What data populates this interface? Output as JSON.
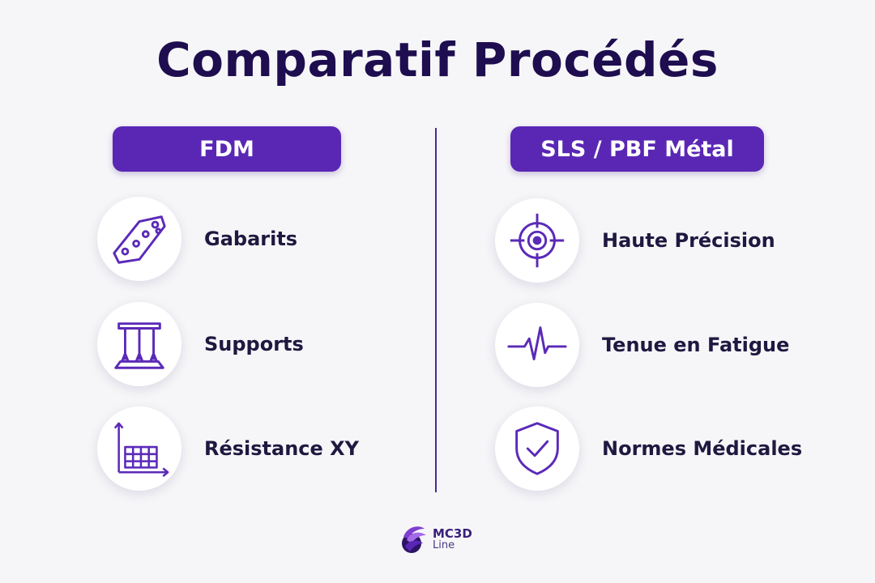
{
  "title": "Comparatif Procédés",
  "left": {
    "header": "FDM",
    "items": [
      {
        "label": "Gabarits",
        "icon": "jig-plate-icon"
      },
      {
        "label": "Supports",
        "icon": "support-structure-icon"
      },
      {
        "label": "Résistance XY",
        "icon": "xy-grid-axes-icon"
      }
    ]
  },
  "right": {
    "header": "SLS / PBF Métal",
    "items": [
      {
        "label": "Haute Précision",
        "icon": "target-crosshair-icon"
      },
      {
        "label": "Tenue en Fatigue",
        "icon": "heartbeat-pulse-icon"
      },
      {
        "label": "Normes Médicales",
        "icon": "shield-check-icon"
      }
    ]
  },
  "logo": {
    "line1": "MC3D",
    "line2": "Line"
  },
  "colors": {
    "accent": "#5a27b5",
    "title": "#1e0d4f",
    "icon": "#5b2ab8",
    "background": "#f6f6f8"
  }
}
